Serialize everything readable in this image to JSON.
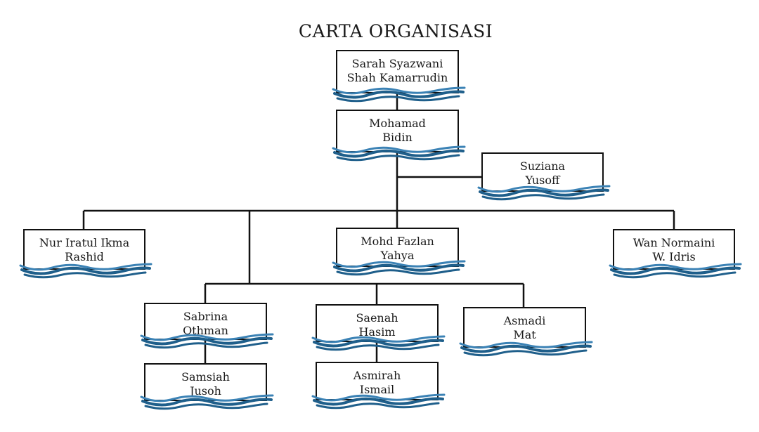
{
  "title": "CARTA ORGANISASI",
  "colors": {
    "line": "#111111",
    "wave_dark": "#1f5f8b",
    "wave_light": "#3b82b5"
  },
  "people": {
    "sarah": {
      "line1": "Sarah Syazwani",
      "line2": "Shah Kamarrudin"
    },
    "mohamad": {
      "line1": "Mohamad",
      "line2": "Bidin"
    },
    "suziana": {
      "line1": "Suziana",
      "line2": "Yusoff"
    },
    "nur": {
      "line1": "Nur Iratul Ikma",
      "line2": "Rashid"
    },
    "fazlan": {
      "line1": "Mohd Fazlan",
      "line2": "Yahya"
    },
    "wan": {
      "line1": "Wan Normaini",
      "line2": "W. Idris"
    },
    "sabrina": {
      "line1": "Sabrina",
      "line2": "Othman"
    },
    "saenah": {
      "line1": "Saenah",
      "line2": "Hasim"
    },
    "asmadi": {
      "line1": "Asmadi",
      "line2": "Mat"
    },
    "samsiah": {
      "line1": "Samsiah",
      "line2": "Jusoh"
    },
    "asmirah": {
      "line1": "Asmirah",
      "line2": "Ismail"
    }
  }
}
